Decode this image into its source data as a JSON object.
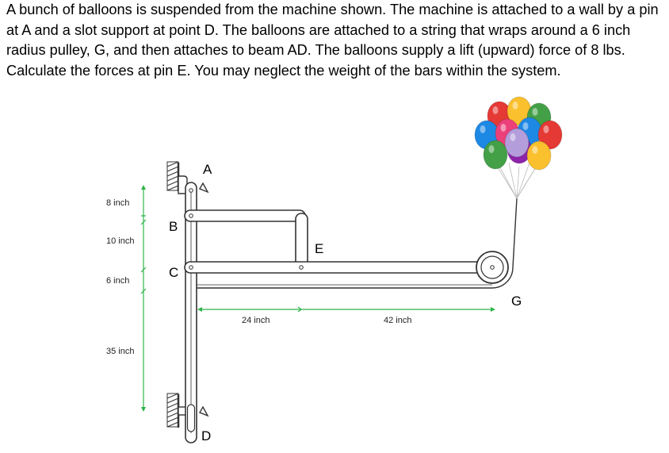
{
  "problem_text": "A bunch of balloons is suspended from the machine shown. The machine is attached to a wall by a pin at A and a slot support at point D. The balloons are attached to a string that wraps around a 6 inch radius pulley, G, and then attaches to beam AD. The balloons supply a lift (upward) force of 8 lbs. Calculate the forces at pin E. You may neglect the weight of the bars within the system.",
  "point_labels": {
    "A": "A",
    "B": "B",
    "C": "C",
    "D": "D",
    "E": "E",
    "G": "G"
  },
  "vertical_dimensions": [
    "8 inch",
    "10 inch",
    "6 inch",
    "35 inch"
  ],
  "horizontal_dimensions": [
    "24 inch",
    "42 inch"
  ],
  "colors": {
    "text": "#000000",
    "member_stroke": "#333333",
    "dimension": "#2fb34a",
    "balloons": [
      "#e53935",
      "#fbc02d",
      "#43a047",
      "#1e88e5",
      "#ec407a",
      "#8e24aa",
      "#fb8c00",
      "#b39ddb"
    ]
  }
}
